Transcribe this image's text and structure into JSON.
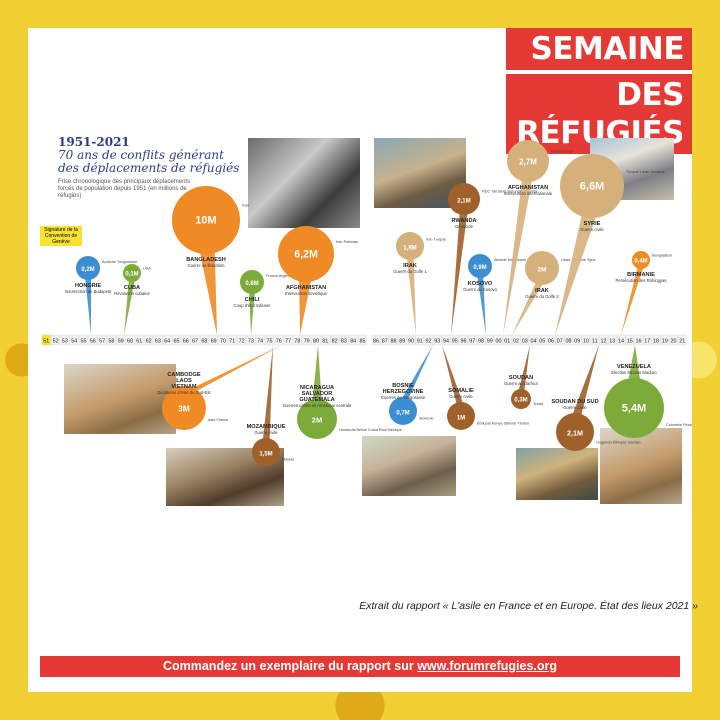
{
  "header": {
    "title_line1": "SEMAINE",
    "title_line2": "DES RÉFUGIÉS"
  },
  "timeline": {
    "title_line1": "1951-2021",
    "title_line2": "70 ans de conflits générant des déplacements de réfugiés",
    "subtitle": "Frise chronologique des principaux déplacements forcés de population depuis 1951 (en millions de réfugiés)",
    "start_label": "Signature de la Convention de Genève",
    "years_left": [
      "51",
      "52",
      "53",
      "54",
      "55",
      "56",
      "57",
      "58",
      "59",
      "60",
      "61",
      "62",
      "63",
      "64",
      "65",
      "66",
      "67",
      "68",
      "69",
      "70",
      "71",
      "72",
      "73",
      "74",
      "75",
      "76",
      "77",
      "78",
      "79",
      "80",
      "81",
      "82",
      "83",
      "84",
      "85"
    ],
    "years_right": [
      "86",
      "87",
      "88",
      "89",
      "90",
      "91",
      "92",
      "93",
      "94",
      "95",
      "96",
      "97",
      "98",
      "99",
      "00",
      "01",
      "02",
      "03",
      "04",
      "05",
      "06",
      "07",
      "08",
      "09",
      "10",
      "11",
      "12",
      "13",
      "14",
      "15",
      "16",
      "17",
      "18",
      "19",
      "20",
      "21"
    ]
  },
  "events": [
    {
      "id": "hongrie",
      "value": "0,2M",
      "label": "HONGRIE",
      "sub": "Insurrection de Budapest",
      "dest": "Autriche Yougoslavie",
      "color": "#3b8fd0"
    },
    {
      "id": "cuba",
      "value": "0,1M",
      "label": "CUBA",
      "sub": "Révolution cubaine",
      "dest": "USA",
      "color": "#7dab3a"
    },
    {
      "id": "bangladesh",
      "value": "10M",
      "label": "BANGLADESH",
      "sub": "Guerre de libération",
      "dest": "Inde",
      "color": "#f08a24"
    },
    {
      "id": "chili",
      "value": "0,8M",
      "label": "CHILI",
      "sub": "Coup d'état militaire",
      "dest": "France Argentine Canada",
      "color": "#7dab3a"
    },
    {
      "id": "afghanistan1",
      "value": "6,2M",
      "label": "AFGHANISTAN",
      "sub": "Intervention soviétique",
      "dest": "Iran Pakistan",
      "color": "#f08a24"
    },
    {
      "id": "asie-sud-est",
      "value": "3M",
      "label": "CAMBODGE LAOS VIETNAM",
      "sub": "Dictatures d'Asie du Sud-Est",
      "dest": "Asie France",
      "color": "#f08a24"
    },
    {
      "id": "mozambique",
      "value": "1,5M",
      "label": "MOZAMBIQUE",
      "sub": "Guerre civile",
      "dest": "Malawi",
      "color": "#a0602a"
    },
    {
      "id": "amerique-centrale",
      "value": "2M",
      "label": "NICARAGUA SALVADOR GUATEMALA",
      "sub": "Guerres civiles en Amérique centrale",
      "dest": "Honduras Belize Costa Rica Mexique",
      "color": "#7dab3a"
    },
    {
      "id": "irak1",
      "value": "1,8M",
      "label": "IRAK",
      "sub": "Guerre du Golfe 1",
      "dest": "Iran Turquie",
      "color": "#d6b07a"
    },
    {
      "id": "rwanda",
      "value": "2,1M",
      "label": "RWANDA",
      "sub": "Génocide",
      "dest": "RDC Tanzanie Burundi Ouganda",
      "color": "#a0602a"
    },
    {
      "id": "bosnie",
      "value": "0,7M",
      "label": "BOSNIE HERZEGOVINE",
      "sub": "Guerres de Yougoslavie",
      "dest": "Slovénie",
      "color": "#3b8fd0"
    },
    {
      "id": "somalie",
      "value": "1M",
      "label": "SOMALIE",
      "sub": "Guerre civile",
      "dest": "Éthiopie Kenya Djibouti Yémen",
      "color": "#a0602a"
    },
    {
      "id": "kosovo",
      "value": "0,9M",
      "label": "KOSOVO",
      "sub": "Guerre au Kosovo",
      "dest": "Albanie Macédoine Monténégro",
      "color": "#3b8fd0"
    },
    {
      "id": "afghanistan2",
      "value": "2,7M",
      "label": "AFGHANISTAN",
      "sub": "Intervention internationale",
      "dest": "Pakistan Iran",
      "color": "#d6b07a"
    },
    {
      "id": "irak2",
      "value": "2M",
      "label": "IRAK",
      "sub": "Guerre du Golfe 2",
      "dest": "Liban Jordanie Syrie",
      "color": "#d6b07a"
    },
    {
      "id": "soudan",
      "value": "0,3M",
      "label": "SOUDAN",
      "sub": "Guerre au Darfour",
      "dest": "Tchad",
      "color": "#a0602a"
    },
    {
      "id": "syrie",
      "value": "6,6M",
      "label": "SYRIE",
      "sub": "Guerre civile",
      "dest": "Turquie Liban Jordanie",
      "color": "#d6b07a"
    },
    {
      "id": "soudan-sud",
      "value": "2,1M",
      "label": "SOUDAN DU SUD",
      "sub": "Guerre civile",
      "dest": "Ouganda Éthiopie Soudan",
      "color": "#a0602a"
    },
    {
      "id": "birmanie",
      "value": "0,4M",
      "label": "BIRMANIE",
      "sub": "Persécution des Rohingyas",
      "dest": "Bangladesh",
      "color": "#f08a24"
    },
    {
      "id": "venezuela",
      "value": "5,4M",
      "label": "VENEZUELA",
      "sub": "Élection Nicolas Maduro",
      "dest": "Colombie Pérou Chili",
      "color": "#7dab3a"
    }
  ],
  "source_note": "Extrait du rapport « L'asile en France et en Europe. État des lieux 2021 »",
  "footer": {
    "text": "Commandez un exemplaire du rapport sur ",
    "link": "www.forumrefugies.org"
  }
}
